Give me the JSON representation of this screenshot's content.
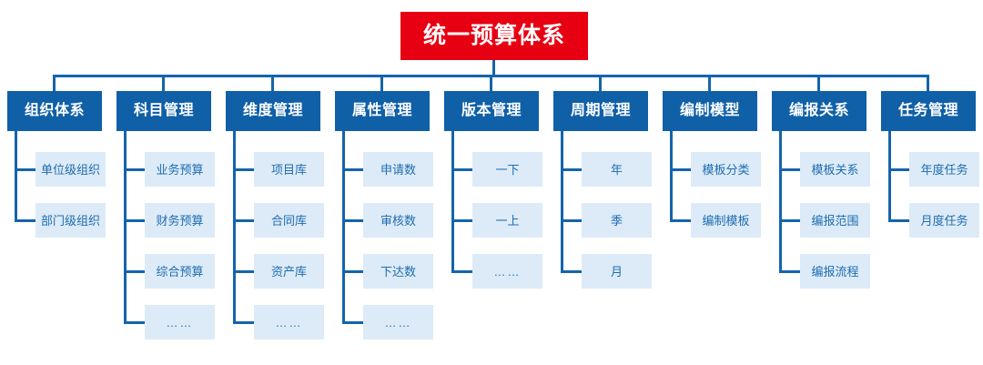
{
  "title": "统一预算体系",
  "colors": {
    "root_bg": "#e60012",
    "root_text": "#ffffff",
    "header_bg": "#1060a8",
    "header_text": "#ffffff",
    "child_bg": "#dcebf7",
    "child_text": "#1f6cb0",
    "connector": "#1464ac",
    "page_bg": "#ffffff"
  },
  "chart_data": {
    "type": "diagram",
    "title": "统一预算体系",
    "layout": "org-tree",
    "levels": 3,
    "branch_count": 9,
    "root": "统一预算体系"
  },
  "columns": [
    {
      "header": "组织体系",
      "children": [
        "单位级组织",
        "部门级组织"
      ]
    },
    {
      "header": "科目管理",
      "children": [
        "业务预算",
        "财务预算",
        "综合预算",
        "……"
      ]
    },
    {
      "header": "维度管理",
      "children": [
        "项目库",
        "合同库",
        "资产库",
        "……"
      ]
    },
    {
      "header": "属性管理",
      "children": [
        "申请数",
        "审核数",
        "下达数",
        "……"
      ]
    },
    {
      "header": "版本管理",
      "children": [
        "一下",
        "一上",
        "……"
      ]
    },
    {
      "header": "周期管理",
      "children": [
        "年",
        "季",
        "月"
      ]
    },
    {
      "header": "编制模型",
      "children": [
        "模板分类",
        "编制模板"
      ]
    },
    {
      "header": "编报关系",
      "children": [
        "模板关系",
        "编报范围",
        "编报流程"
      ]
    },
    {
      "header": "任务管理",
      "children": [
        "年度任务",
        "月度任务"
      ]
    }
  ]
}
